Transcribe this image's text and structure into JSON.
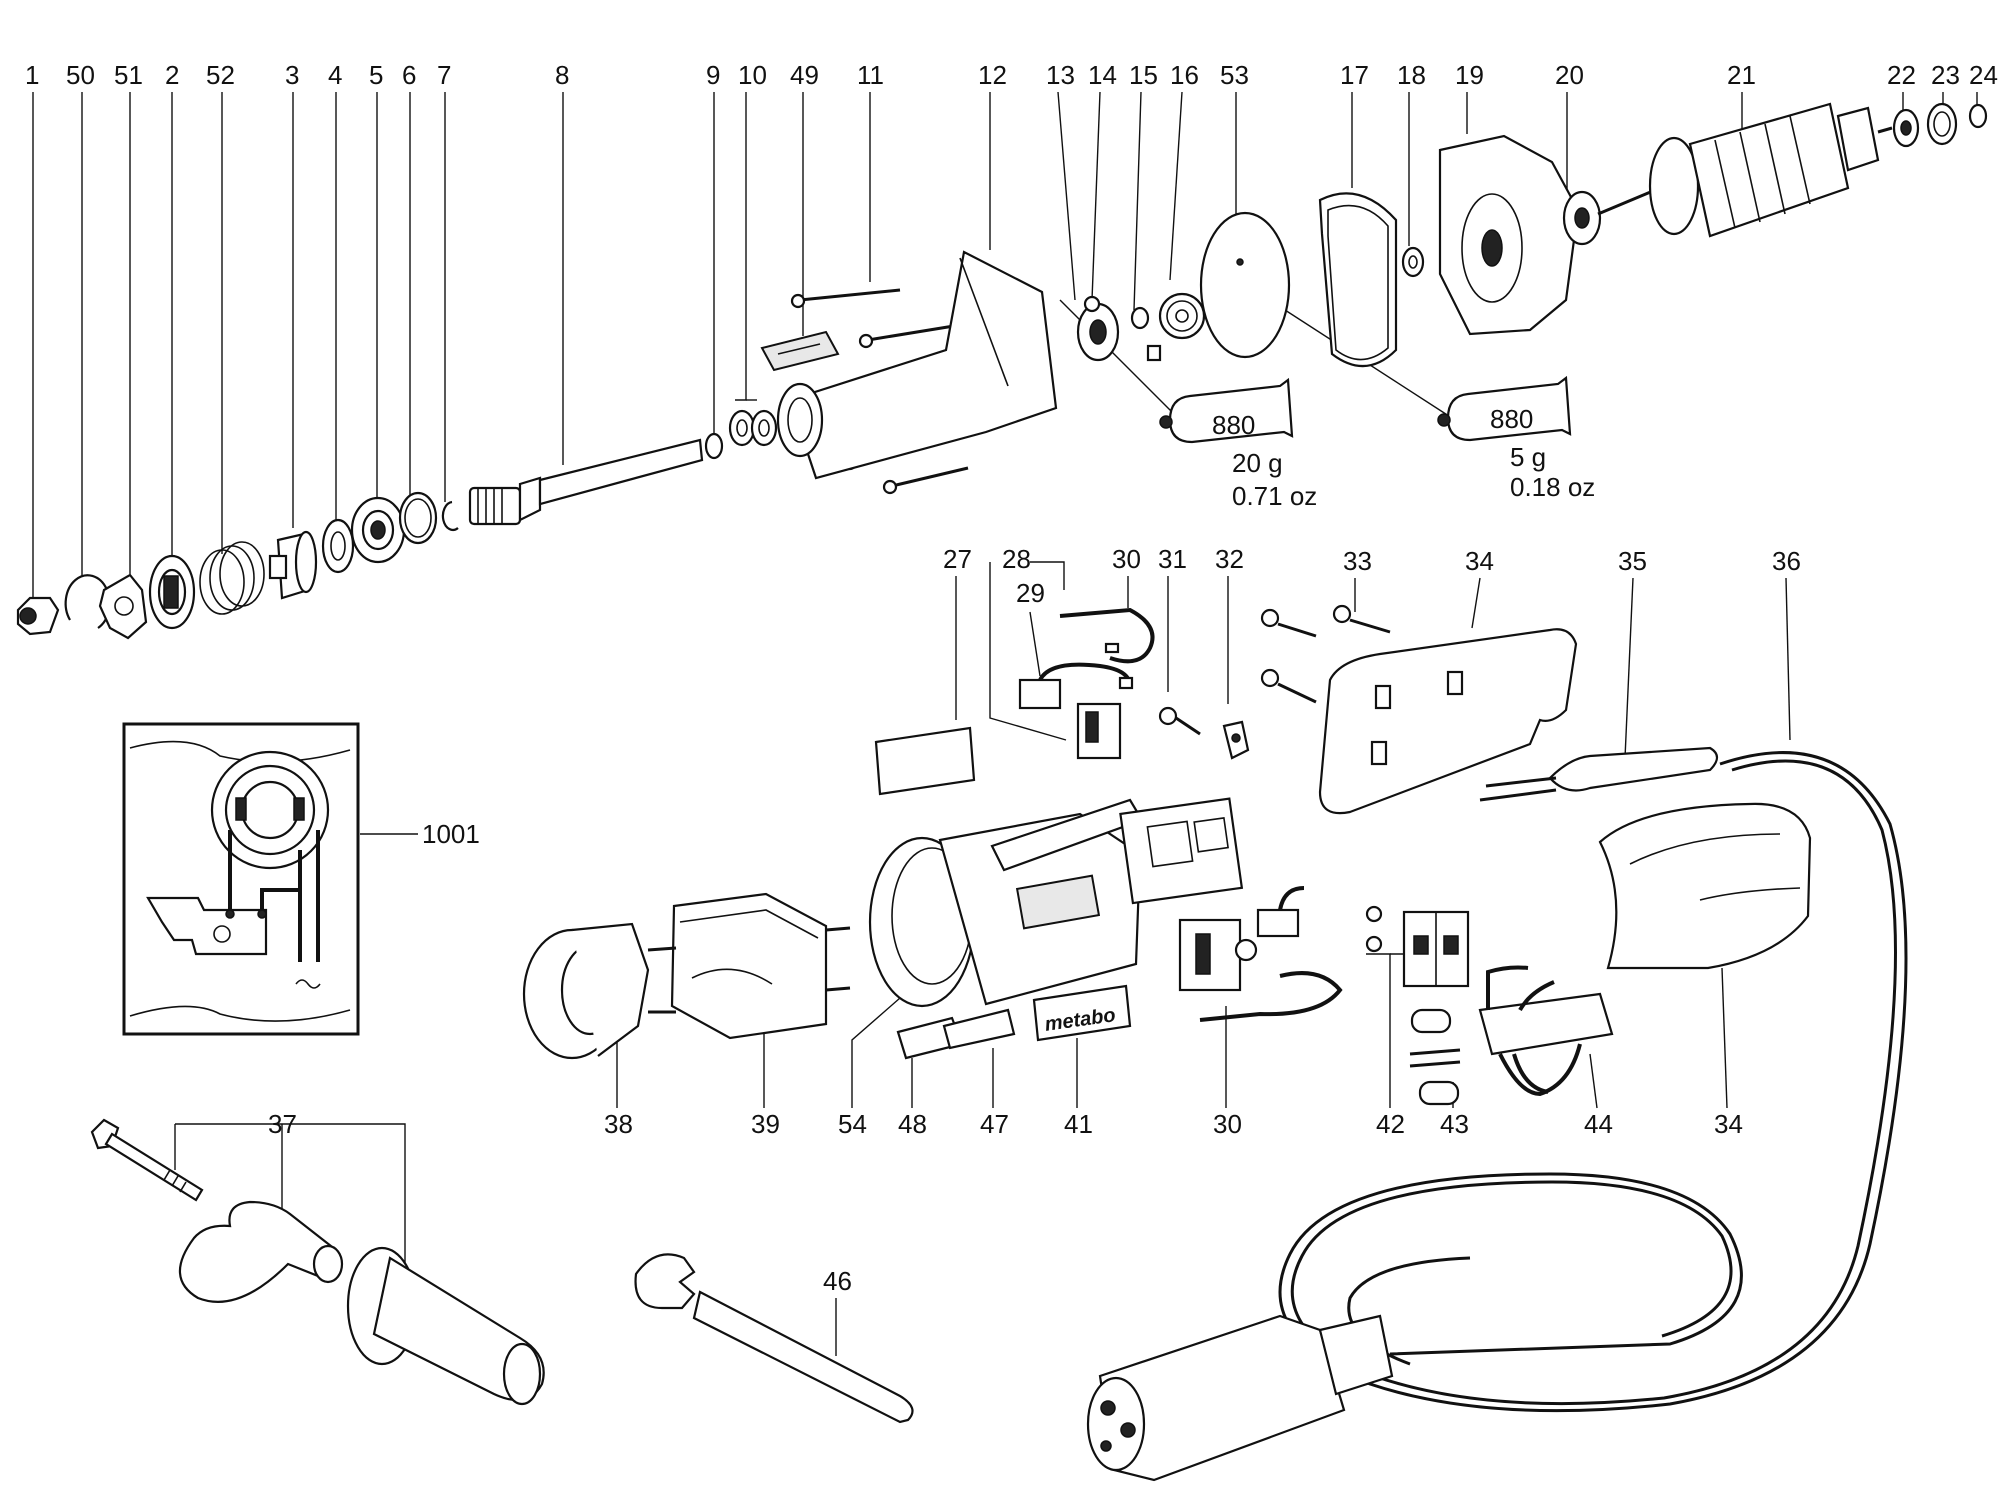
{
  "callouts": {
    "p1": "1",
    "p50": "50",
    "p51": "51",
    "p2": "2",
    "p52": "52",
    "p3": "3",
    "p4": "4",
    "p5": "5",
    "p6": "6",
    "p7": "7",
    "p8": "8",
    "p9": "9",
    "p10": "10",
    "p49": "49",
    "p11": "11",
    "p12": "12",
    "p13": "13",
    "p14": "14",
    "p15": "15",
    "p16": "16",
    "p53": "53",
    "p17": "17",
    "p18": "18",
    "p19": "19",
    "p20": "20",
    "p21": "21",
    "p22": "22",
    "p23": "23",
    "p24": "24",
    "p27": "27",
    "p28": "28",
    "p29": "29",
    "p30a": "30",
    "p31": "31",
    "p32": "32",
    "p33": "33",
    "p34a": "34",
    "p35": "35",
    "p36": "36",
    "p1001": "1001",
    "p38": "38",
    "p39": "39",
    "p54": "54",
    "p48": "48",
    "p47": "47",
    "p41": "41",
    "p30b": "30",
    "p42": "42",
    "p43": "43",
    "p44": "44",
    "p34b": "34",
    "p37": "37",
    "p46": "46"
  },
  "grease_tubes": [
    {
      "code": "880",
      "mass": "20 g",
      "mass_oz": "0.71 oz"
    },
    {
      "code": "880",
      "mass": "5 g",
      "mass_oz": "0.18 oz"
    }
  ],
  "logo_text": "metabo"
}
